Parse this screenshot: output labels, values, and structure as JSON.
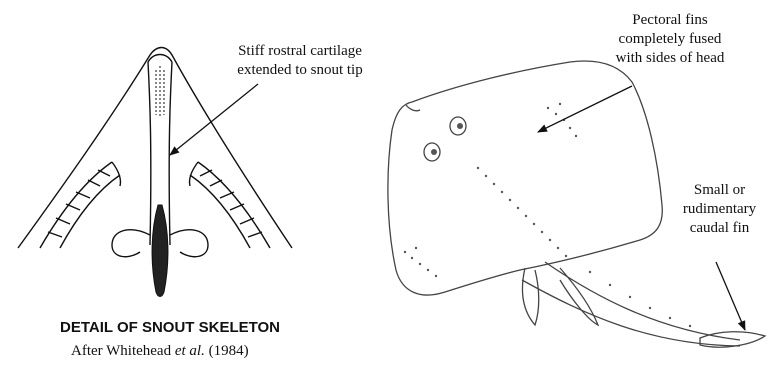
{
  "callouts": {
    "rostral_line1": "Stiff rostral cartilage",
    "rostral_line2": "extended to snout tip",
    "pectoral_line1": "Pectoral fins",
    "pectoral_line2": "completely fused",
    "pectoral_line3": "with sides of head",
    "caudal_line1": "Small or",
    "caudal_line2": "rudimentary",
    "caudal_line3": "caudal fin"
  },
  "caption": {
    "title": "DETAIL OF SNOUT SKELETON",
    "credit_prefix": "After Whitehead ",
    "credit_etal": "et al.",
    "credit_year": " (1984)"
  }
}
